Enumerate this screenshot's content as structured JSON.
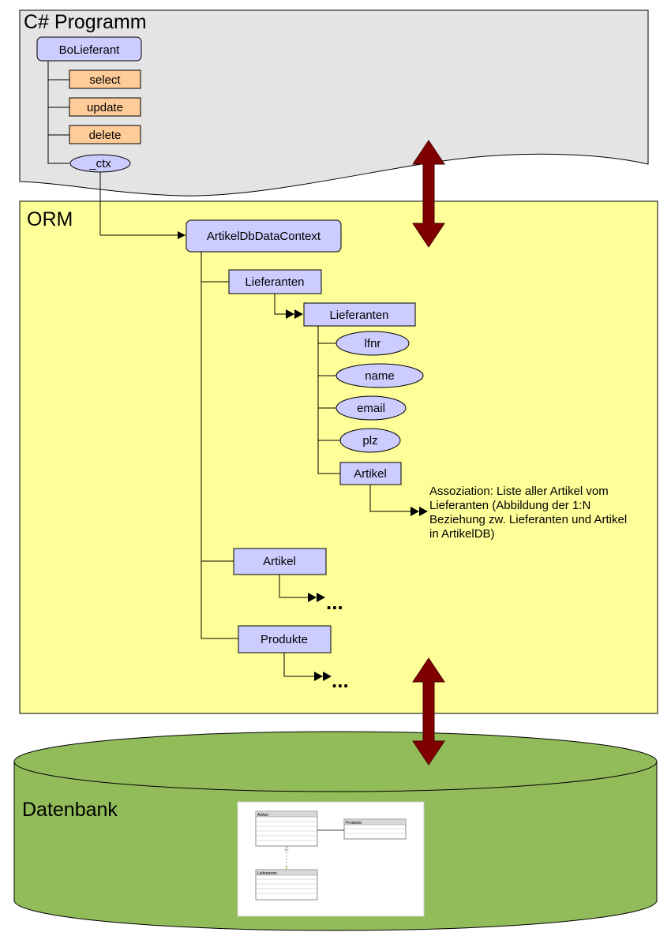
{
  "program": {
    "title": "C# Programm",
    "class_box": "BoLieferant",
    "methods": [
      "select",
      "update",
      "delete"
    ],
    "field": "_ctx"
  },
  "orm": {
    "title": "ORM",
    "context": "ArtikelDbDataContext",
    "table_lieferanten": "Lieferanten",
    "entity_lieferanten": "Lieferanten",
    "attributes": [
      "lfnr",
      "name",
      "email",
      "plz"
    ],
    "association_box": "Artikel",
    "association_note": [
      "Assoziation: Liste aller Artikel vom",
      "Lieferanten (Abbildung der 1:N",
      "Beziehung zw. Lieferanten und Artikel",
      "in ArtikelDB)"
    ],
    "table_artikel": "Artikel",
    "table_produkte": "Produkte",
    "ellipsis": "..."
  },
  "database": {
    "title": "Datenbank",
    "thumb_tables": {
      "artikel": "Artikel",
      "produkte": "Produkte",
      "lieferanten": "Lieferanten"
    }
  },
  "colors": {
    "program_bg": "#e4e4e4",
    "orm_bg": "#ffff99",
    "db_green": "#92bb5a",
    "class_box": "#ccccff",
    "method_box": "#ffcc99",
    "arrow": "#800000"
  }
}
